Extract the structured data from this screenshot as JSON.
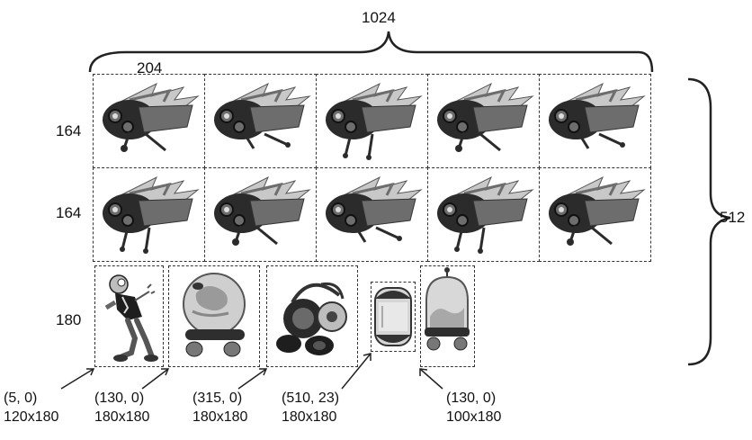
{
  "dimensions": {
    "total_width": "1024",
    "total_height": "512",
    "cell_width": "204",
    "row1_height": "164",
    "row2_height": "164",
    "row3_height": "180"
  },
  "sprite_rows": [
    {
      "row": 1,
      "cells": [
        "robot-ship",
        "robot-ship",
        "robot-ship",
        "robot-ship",
        "robot-ship"
      ]
    },
    {
      "row": 2,
      "cells": [
        "robot-ship",
        "robot-ship",
        "robot-ship",
        "robot-ship",
        "robot-ship"
      ]
    }
  ],
  "bottom_sprites": [
    {
      "image": "alien-character",
      "offset": "(5, 0)",
      "size": "120x180"
    },
    {
      "image": "globe-vehicle",
      "offset": "(130, 0)",
      "size": "180x180"
    },
    {
      "image": "binocular-robot",
      "offset": "(315, 0)",
      "size": "180x180"
    },
    {
      "image": "capsule",
      "offset": "(510, 23)",
      "size": "180x180"
    },
    {
      "image": "dome-vehicle",
      "offset": "(130, 0)",
      "size": "100x180"
    }
  ],
  "colors": {
    "line": "#222222",
    "ship_dark": "#2b2b2b",
    "ship_mid": "#6d6d6d",
    "ship_light": "#c8c8c8"
  }
}
